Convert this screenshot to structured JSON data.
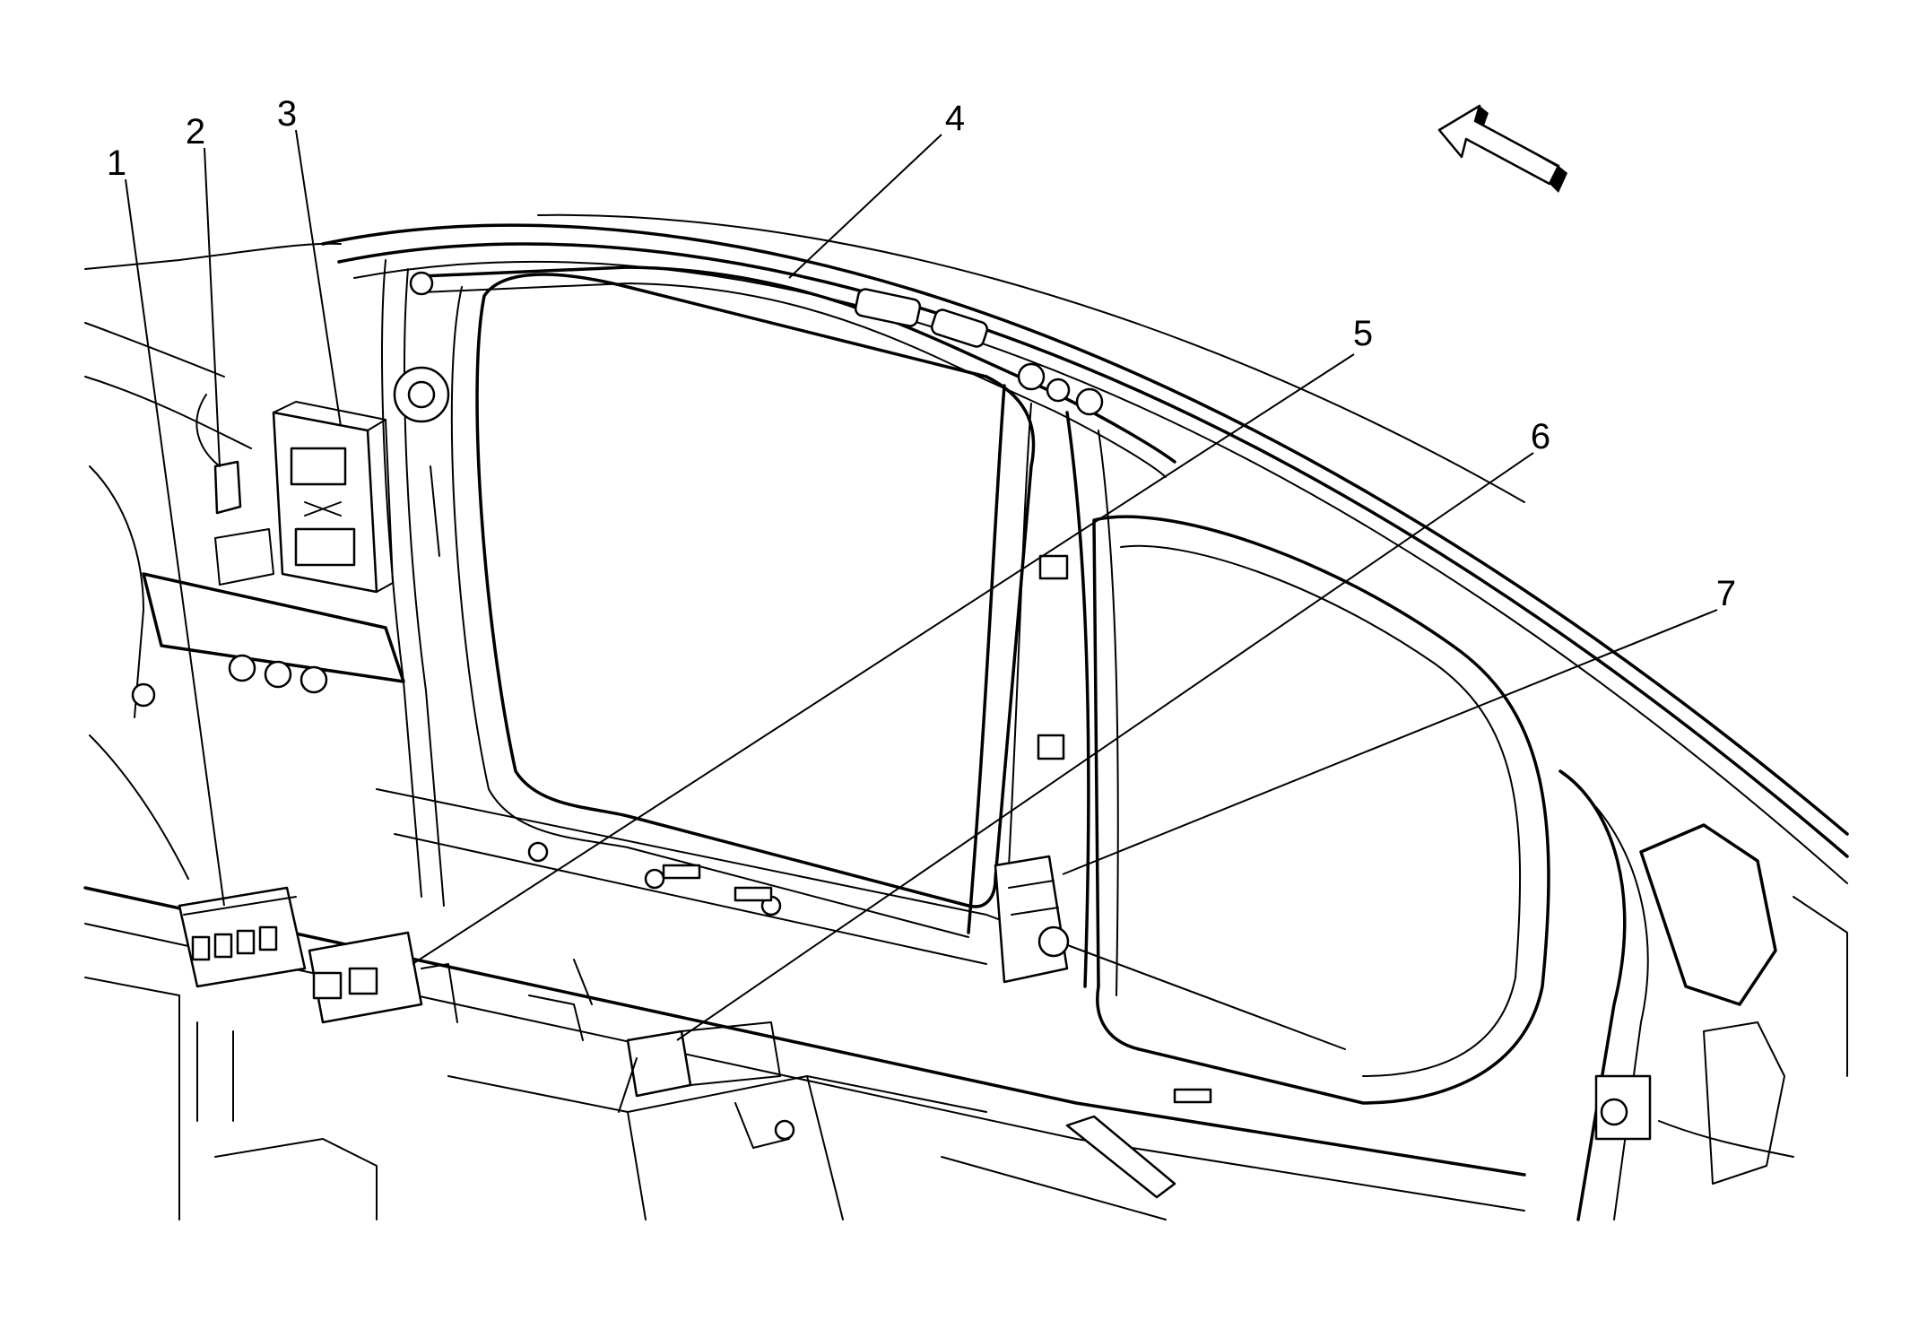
{
  "callouts": [
    {
      "id": 1,
      "label": "1"
    },
    {
      "id": 2,
      "label": "2"
    },
    {
      "id": 3,
      "label": "3"
    },
    {
      "id": 4,
      "label": "4"
    },
    {
      "id": 5,
      "label": "5"
    },
    {
      "id": 6,
      "label": "6"
    },
    {
      "id": 7,
      "label": "7"
    }
  ],
  "direction_arrow": {
    "icon": "forward-direction-arrow-icon"
  },
  "colors": {
    "line": "#000000",
    "background": "#ffffff"
  }
}
